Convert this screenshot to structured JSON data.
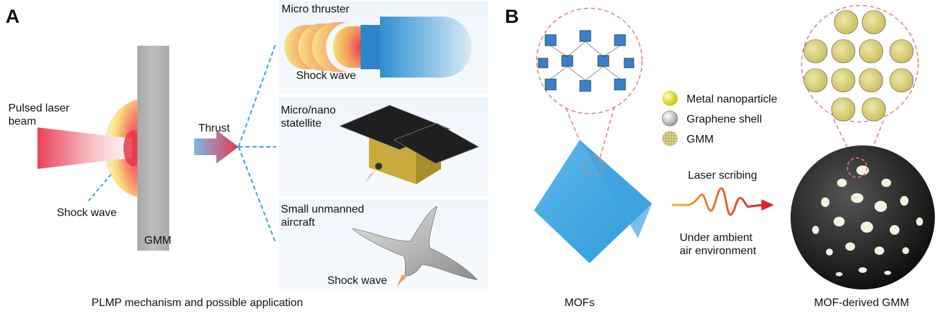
{
  "panel_a": {
    "letter": "A",
    "pulsed_laser": "Pulsed laser\nbeam",
    "shock_wave_left": "Shock wave",
    "gmm_block": "GMM",
    "thrust": "Thrust",
    "caption": "PLMP mechanism and possible application",
    "apps": {
      "thruster_title": "Micro thruster",
      "thruster_shock": "Shock wave",
      "satellite_title": "Micro/nano\nstatellite",
      "aircraft_title": "Small unmanned\naircraft",
      "aircraft_shock": "Shock wave"
    }
  },
  "panel_b": {
    "letter": "B",
    "legend": [
      "Metal nanoparticle",
      "Graphene shell",
      "GMM"
    ],
    "laser_scribing": "Laser scribing",
    "ambient": "Under ambient\nair environment",
    "mofs_caption": "MOFs",
    "gmm_caption": "MOF-derived GMM"
  },
  "colors": {
    "laser_red": "#e8384f",
    "shock_yellow": "#f7d66a",
    "gmm_gray": "#b3b3b3",
    "mof_blue": "#4aa9e2",
    "dashed_blue": "#27a7df",
    "dashed_pink": "#e87a7a",
    "sphere_black": "#1a1a1a",
    "gmm_particle": "#d9cf7a"
  }
}
